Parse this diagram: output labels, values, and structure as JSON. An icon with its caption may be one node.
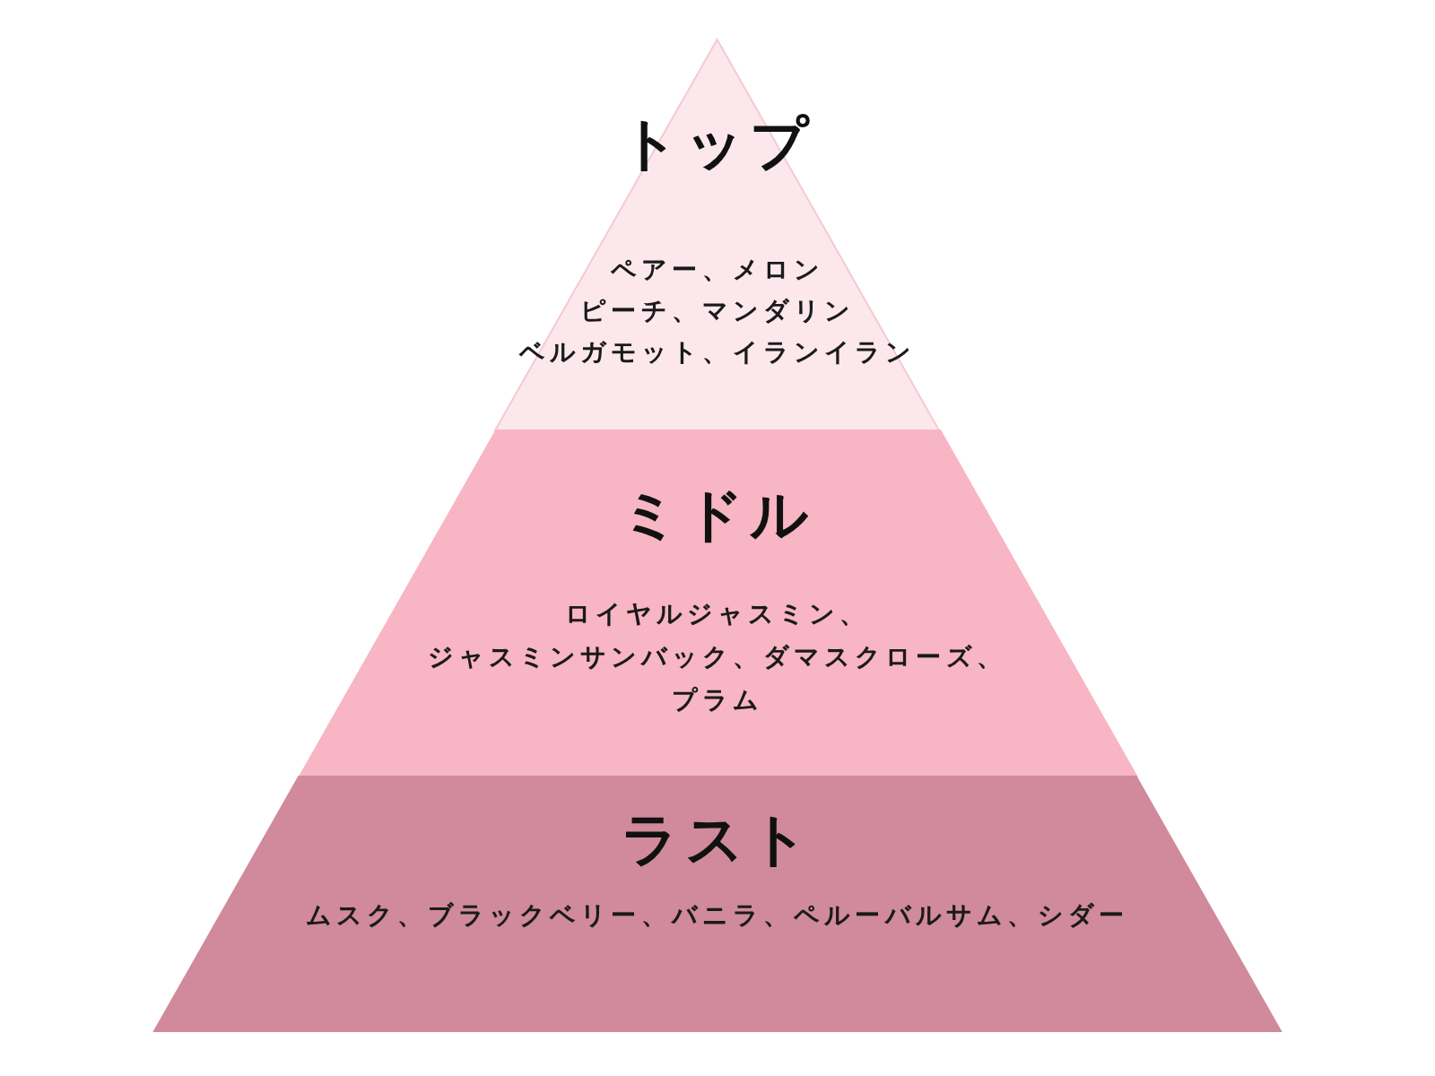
{
  "diagram": {
    "nodes": [
      {
        "text": [
          "トップ",
          "ペアー、メロン",
          "ピーチ、マンダリン",
          "ベルガモット、イランイラン"
        ]
      },
      {
        "text": [
          "ミドル",
          "ロイヤルジャスミン、ジャスミンサンバック、ダマスクローズ、プラム"
        ]
      },
      {
        "text": [
          "ラスト",
          "ムスク、ブラックベリー、バニラ、ペルーバルサム、シダー"
        ]
      }
    ]
  }
}
